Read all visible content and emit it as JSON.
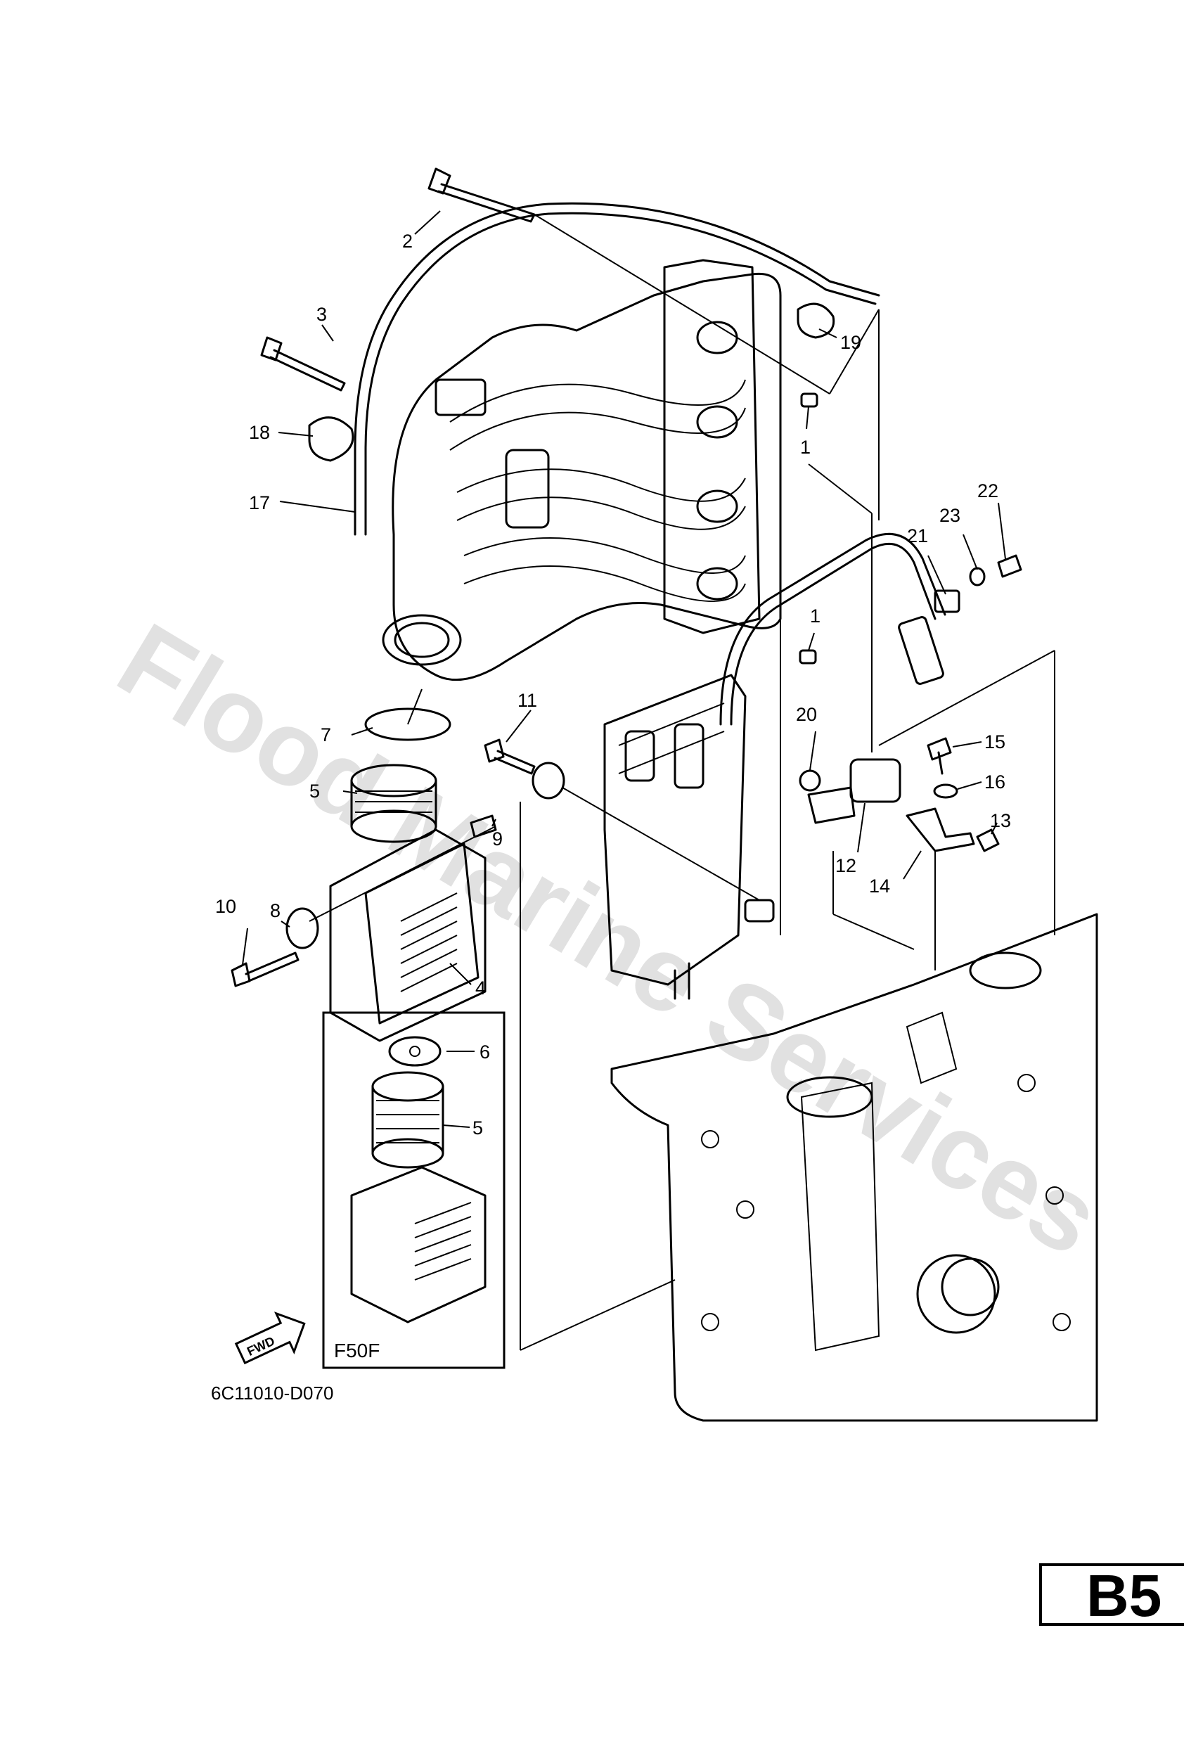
{
  "watermark": "Flood Marine Services",
  "diagram_code": "6C11010-D070",
  "page_code": "B5",
  "variant_label": "F50F",
  "fwd_label": "FWD",
  "callouts": [
    "1",
    "2",
    "3",
    "18",
    "17",
    "19",
    "1",
    "23",
    "22",
    "21",
    "7",
    "11",
    "20",
    "15",
    "16",
    "5",
    "9",
    "13",
    "8",
    "12",
    "14",
    "10",
    "4",
    "6",
    "5"
  ]
}
